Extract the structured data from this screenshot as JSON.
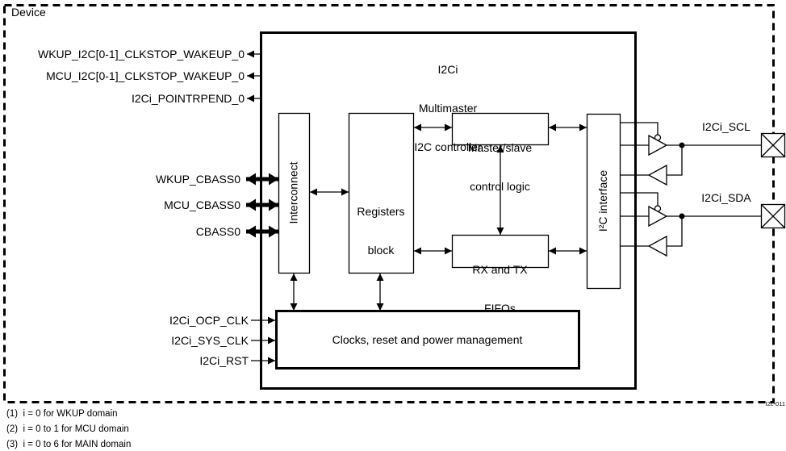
{
  "device_label": "Device",
  "figure_code": "I2c-011",
  "controller_title": [
    "I2Ci",
    "Multimaster",
    "I2C controller"
  ],
  "blocks": {
    "interconnect": "Interconnect",
    "registers": [
      "Registers",
      "block"
    ],
    "master_slave": [
      "Master/slave",
      "control logic"
    ],
    "fifos": [
      "RX and TX",
      "FIFOs"
    ],
    "i2c_interface": "I²C interface",
    "clocks": "Clocks, reset and power management"
  },
  "signals": {
    "wakeup_outputs": [
      "WKUP_I2C[0-1]_CLKSTOP_WAKEUP_0",
      "MCU_I2C[0-1]_CLKSTOP_WAKEUP_0",
      "I2Ci_POINTRPEND_0"
    ],
    "bus_interfaces": [
      "WKUP_CBASS0",
      "MCU_CBASS0",
      "CBASS0"
    ],
    "clock_reset_inputs": [
      "I2Ci_OCP_CLK",
      "I2Ci_SYS_CLK",
      "I2Ci_RST"
    ],
    "pads": [
      "I2Ci_SCL",
      "I2Ci_SDA"
    ]
  },
  "notes": [
    "(1)  i = 0 for WKUP domain",
    "(2)  i = 0 to 1 for MCU domain",
    "(3)  i = 0 to 6 for MAIN domain"
  ]
}
